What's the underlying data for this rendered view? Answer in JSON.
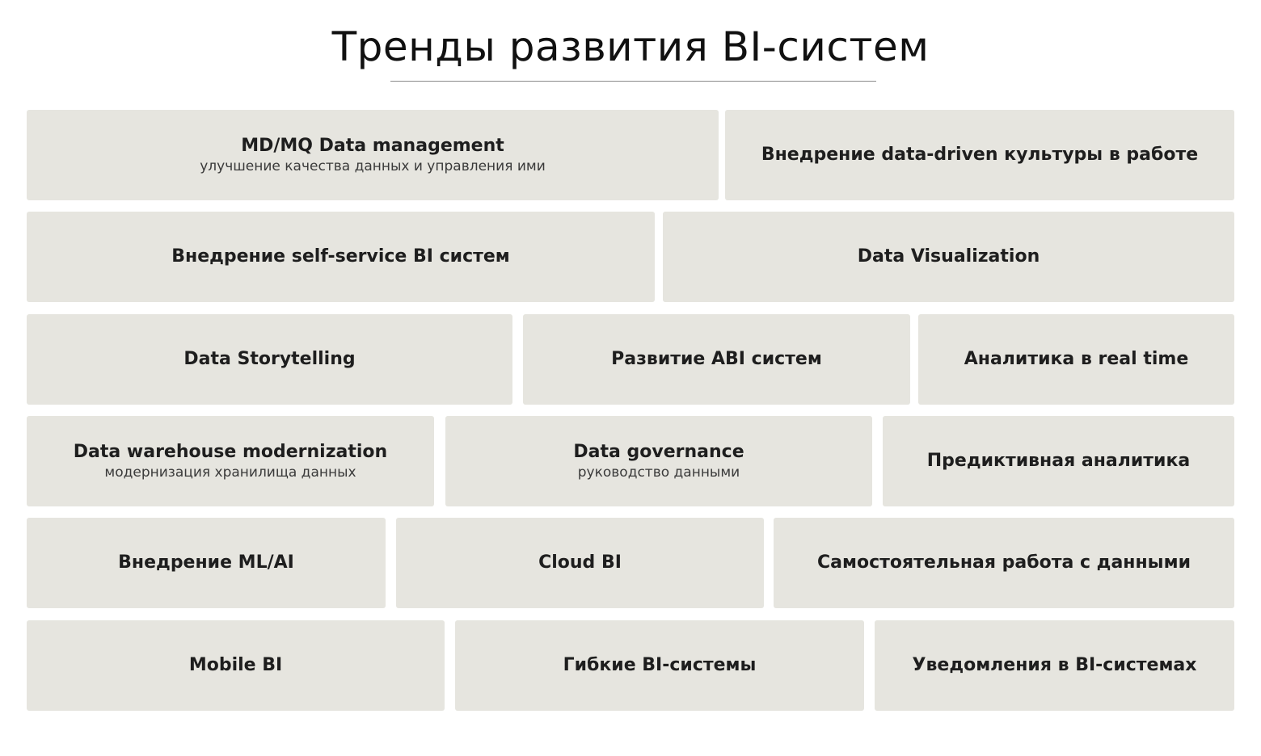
{
  "title": "Тренды развития BI-систем",
  "tiles": [
    {
      "label": "MD/MQ Data management",
      "sub": "улучшение качества данных и управления ими"
    },
    {
      "label": "Внедрение data-driven культуры в работе",
      "sub": ""
    },
    {
      "label": "Внедрение self-service BI систем",
      "sub": ""
    },
    {
      "label": "Data Visualization",
      "sub": ""
    },
    {
      "label": "Data Storytelling",
      "sub": ""
    },
    {
      "label": "Развитие ABI систем",
      "sub": ""
    },
    {
      "label": "Аналитика в real time",
      "sub": ""
    },
    {
      "label": "Data warehouse modernization",
      "sub": "модернизация хранилища данных"
    },
    {
      "label": "Data governance",
      "sub": "руководство данными"
    },
    {
      "label": "Предиктивная аналитика",
      "sub": ""
    },
    {
      "label": "Внедрение ML/AI",
      "sub": ""
    },
    {
      "label": "Cloud BI",
      "sub": ""
    },
    {
      "label": "Самостоятельная работа с данными",
      "sub": ""
    },
    {
      "label": "Mobile BI",
      "sub": ""
    },
    {
      "label": "Гибкие BI-системы",
      "sub": ""
    },
    {
      "label": "Уведомления в BI-системах",
      "sub": ""
    }
  ]
}
